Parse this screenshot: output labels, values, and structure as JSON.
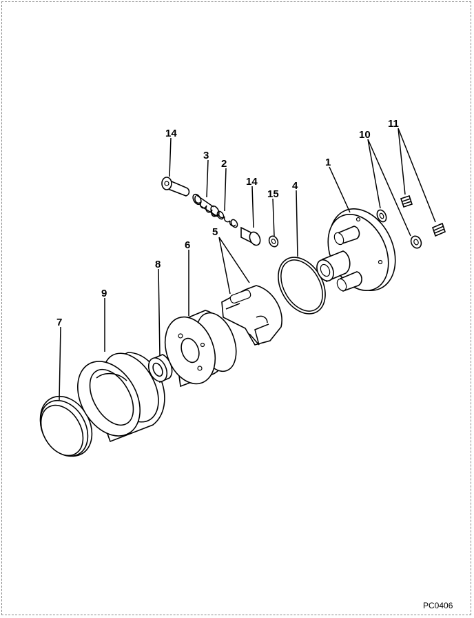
{
  "figure_code": "PC0406",
  "callouts": [
    {
      "id": "c1",
      "text": "1"
    },
    {
      "id": "c2",
      "text": "2"
    },
    {
      "id": "c3",
      "text": "3"
    },
    {
      "id": "c4",
      "text": "4"
    },
    {
      "id": "c5",
      "text": "5"
    },
    {
      "id": "c6",
      "text": "6"
    },
    {
      "id": "c7",
      "text": "7"
    },
    {
      "id": "c8",
      "text": "8"
    },
    {
      "id": "c9",
      "text": "9"
    },
    {
      "id": "c10",
      "text": "10"
    },
    {
      "id": "c11",
      "text": "11"
    },
    {
      "id": "c14a",
      "text": "14"
    },
    {
      "id": "c14b",
      "text": "14"
    },
    {
      "id": "c15",
      "text": "15"
    }
  ]
}
